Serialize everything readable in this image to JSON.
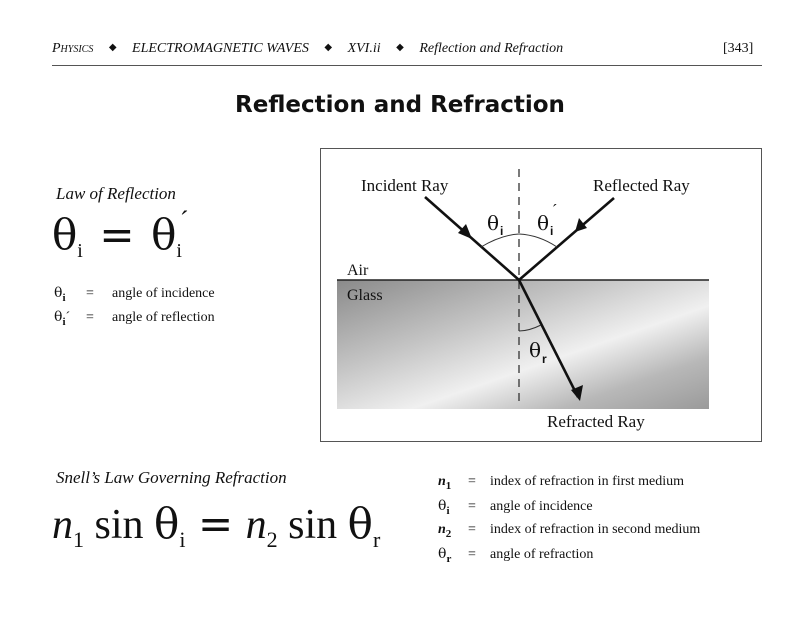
{
  "header": {
    "section": "Physics",
    "chapter": "ELECTROMAGNETIC WAVES",
    "unit": "XVI.ii",
    "topic": "Reflection and Refraction",
    "page_number": "[343]"
  },
  "title": "Reflection and Refraction",
  "law_of_reflection": {
    "heading": "Law of Reflection",
    "equation": {
      "left_symbol": "θ",
      "left_sub": "i",
      "equals": "=",
      "right_symbol": "θ",
      "right_sub": "i",
      "prime": "´"
    },
    "definitions": [
      {
        "symbol": "θ",
        "sub": "i",
        "prime": "",
        "equals": "=",
        "text": "angle of incidence"
      },
      {
        "symbol": "θ",
        "sub": "i",
        "prime": "´",
        "equals": "=",
        "text": "angle of reflection"
      }
    ]
  },
  "diagram": {
    "incident_label": "Incident Ray",
    "reflected_label": "Reflected Ray",
    "refracted_label": "Refracted Ray",
    "medium_top": "Air",
    "medium_bottom": "Glass",
    "angle_incident": "θ",
    "angle_incident_sub": "i",
    "angle_reflected": "θ",
    "angle_reflected_sub": "i",
    "angle_reflected_prime": "´",
    "angle_refracted": "θ",
    "angle_refracted_sub": "r",
    "colors": {
      "glass_dark": "#8a8a8a",
      "glass_light": "#f2f2f2",
      "line": "#222222"
    }
  },
  "snells_law": {
    "heading": "Snell’s Law Governing Refraction",
    "equation": {
      "n1": "n",
      "n1_sub": "1",
      "sin1": "sin",
      "theta1": "θ",
      "theta1_sub": "i",
      "equals": "=",
      "n2": "n",
      "n2_sub": "2",
      "sin2": "sin",
      "theta2": "θ",
      "theta2_sub": "r"
    },
    "definitions": [
      {
        "symbol": "n",
        "sub": "1",
        "equals": "=",
        "text": "index of refraction in first medium"
      },
      {
        "symbol": "θ",
        "sub": "i",
        "equals": "=",
        "text": "angle of incidence"
      },
      {
        "symbol": "n",
        "sub": "2",
        "equals": "=",
        "text": "index of refraction in second medium"
      },
      {
        "symbol": "θ",
        "sub": "r",
        "equals": "=",
        "text": "angle of refraction"
      }
    ]
  }
}
